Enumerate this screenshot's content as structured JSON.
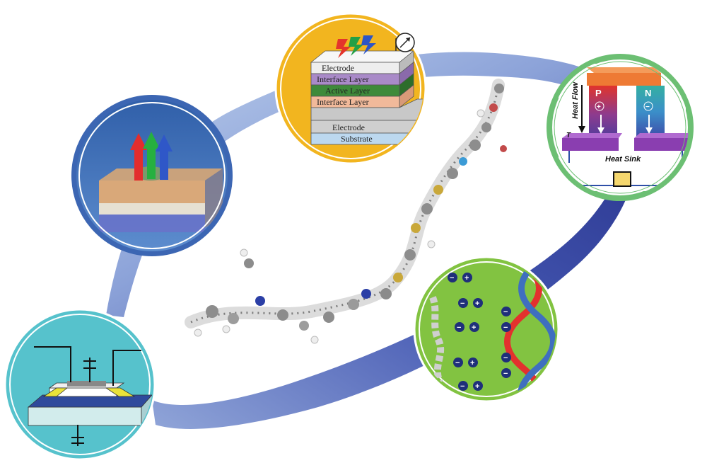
{
  "solar_cell": {
    "layers": [
      "Electrode",
      "Interface Layer",
      "Active Layer",
      "Interface Layer",
      "Electrode",
      "Substrate"
    ],
    "layer_colors": [
      "#eeeeee",
      "#a98ac8",
      "#3e8a3a",
      "#f1b99a",
      "#cfcfcf",
      "#bcd8ef"
    ]
  },
  "thermoelectric": {
    "p_label": "P",
    "n_label": "N",
    "plus_symbol": "+",
    "minus_symbol": "−",
    "heat_flow_label": "Heat Flow",
    "heat_sink_label": "Heat Sink",
    "t_label": "T"
  },
  "bio": {
    "minus_symbol": "−",
    "plus_symbol": "+"
  },
  "colors": {
    "ring_light": "#9fb8e2",
    "ring_dark": "#23308f",
    "solar_circle": "#f2b51f",
    "led_circle": "#3c66b3",
    "thermo_circle": "#6cbf73",
    "bio_circle": "#82c341",
    "transistor_circle": "#56c2cc"
  }
}
